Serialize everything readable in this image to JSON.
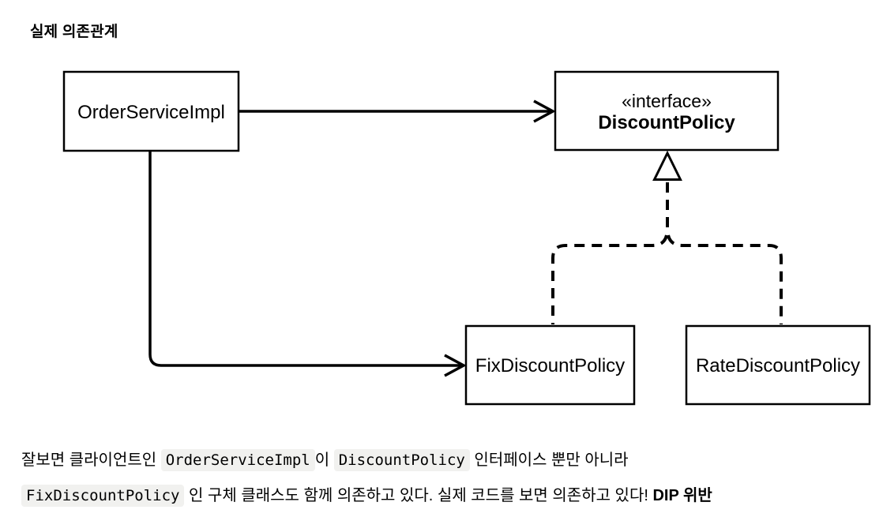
{
  "page": {
    "title": "실제 의존관계"
  },
  "colors": {
    "stroke": "#000000",
    "text": "#000000",
    "code_background": "#f1f1ef",
    "node_fill": "#ffffff"
  },
  "diagram": {
    "nodes": {
      "order_service": {
        "label": "OrderServiceImpl"
      },
      "discount_policy": {
        "stereotype": "«interface»",
        "label": "DiscountPolicy"
      },
      "fix_discount": {
        "label": "FixDiscountPolicy"
      },
      "rate_discount": {
        "label": "RateDiscountPolicy"
      }
    },
    "edges": [
      {
        "from": "OrderServiceImpl",
        "to": "DiscountPolicy",
        "type": "dependency",
        "style": "solid-open-arrow"
      },
      {
        "from": "OrderServiceImpl",
        "to": "FixDiscountPolicy",
        "type": "dependency",
        "style": "solid-open-arrow"
      },
      {
        "from": "FixDiscountPolicy",
        "to": "DiscountPolicy",
        "type": "realization",
        "style": "dashed-hollow-triangle"
      },
      {
        "from": "RateDiscountPolicy",
        "to": "DiscountPolicy",
        "type": "realization",
        "style": "dashed-hollow-triangle"
      }
    ]
  },
  "paragraph": {
    "line1": {
      "t0": "잘보면 클라이언트인 ",
      "code1": "OrderServiceImpl",
      "t1": "이 ",
      "code2": "DiscountPolicy",
      "t2": " 인터페이스 뿐만 아니라"
    },
    "line2": {
      "code1": "FixDiscountPolicy",
      "t0": " 인 구체 클래스도 함께 의존하고 있다. 실제 코드를 보면 의존하고 있다! ",
      "bold": "DIP 위반"
    }
  }
}
